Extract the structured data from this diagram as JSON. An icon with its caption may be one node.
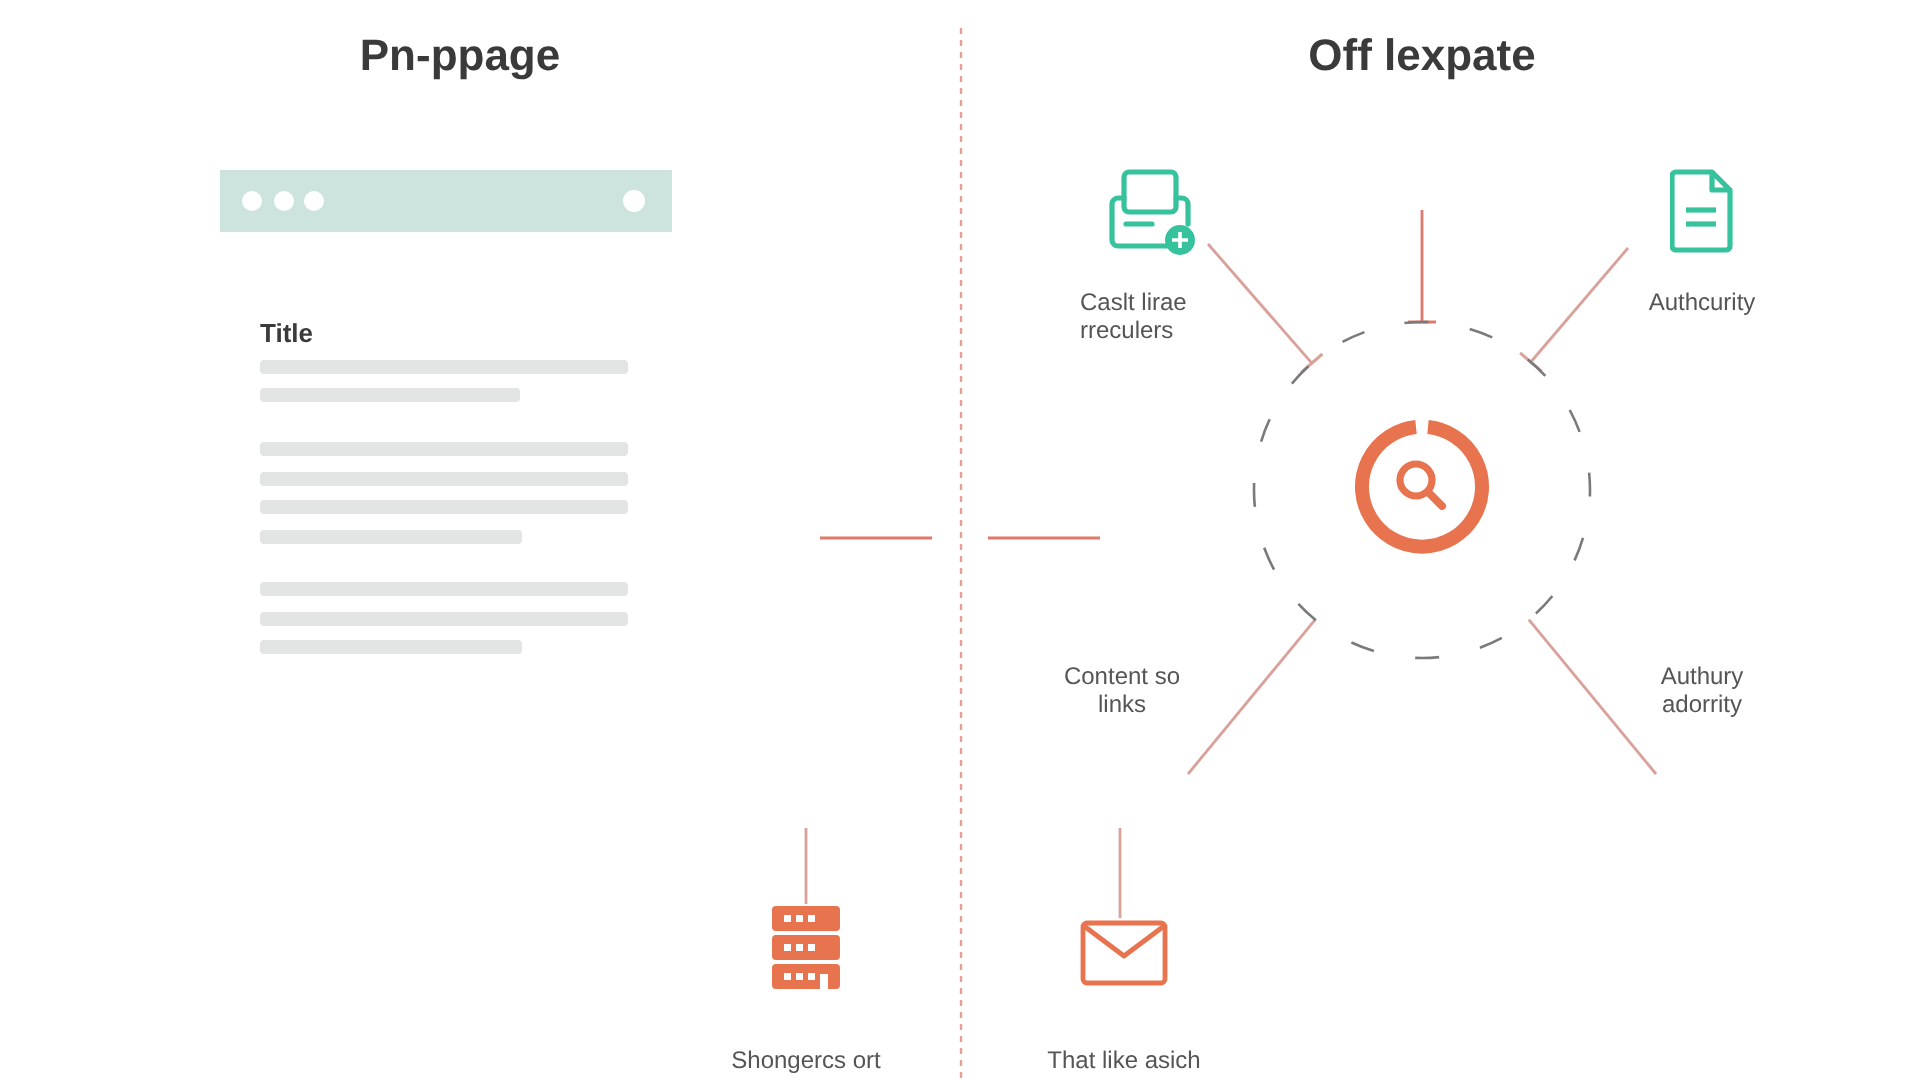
{
  "diagram": {
    "nodes": [
      {
        "text": [
          "Title"
        ]
      },
      {
        "text": [
          "Caslt lirae rreculers"
        ]
      },
      {
        "text": [
          "Authcurity"
        ]
      },
      {
        "text": [],
        "shape": "circle"
      },
      {
        "text": [
          "Shongercs ort"
        ]
      },
      {
        "text": [
          "That like asich"
        ]
      }
    ],
    "edges": [
      {
        "from": 1,
        "to": 3,
        "arrow": "other"
      },
      {
        "from": null,
        "to": 3,
        "arrow": "other",
        "color": "#e0796b"
      },
      {
        "from": 2,
        "to": 3,
        "arrow": "other"
      },
      {
        "from": 3,
        "to": null,
        "arrow": "none"
      },
      {
        "from": 3,
        "to": null,
        "arrow": "none"
      },
      {
        "from": null,
        "to": 4,
        "arrow": "none"
      },
      {
        "from": null,
        "to": 5,
        "arrow": "none"
      }
    ],
    "labels": [
      "Pn-ppage",
      "Off lexpate",
      "Content so links",
      "Authury adorrity"
    ]
  }
}
